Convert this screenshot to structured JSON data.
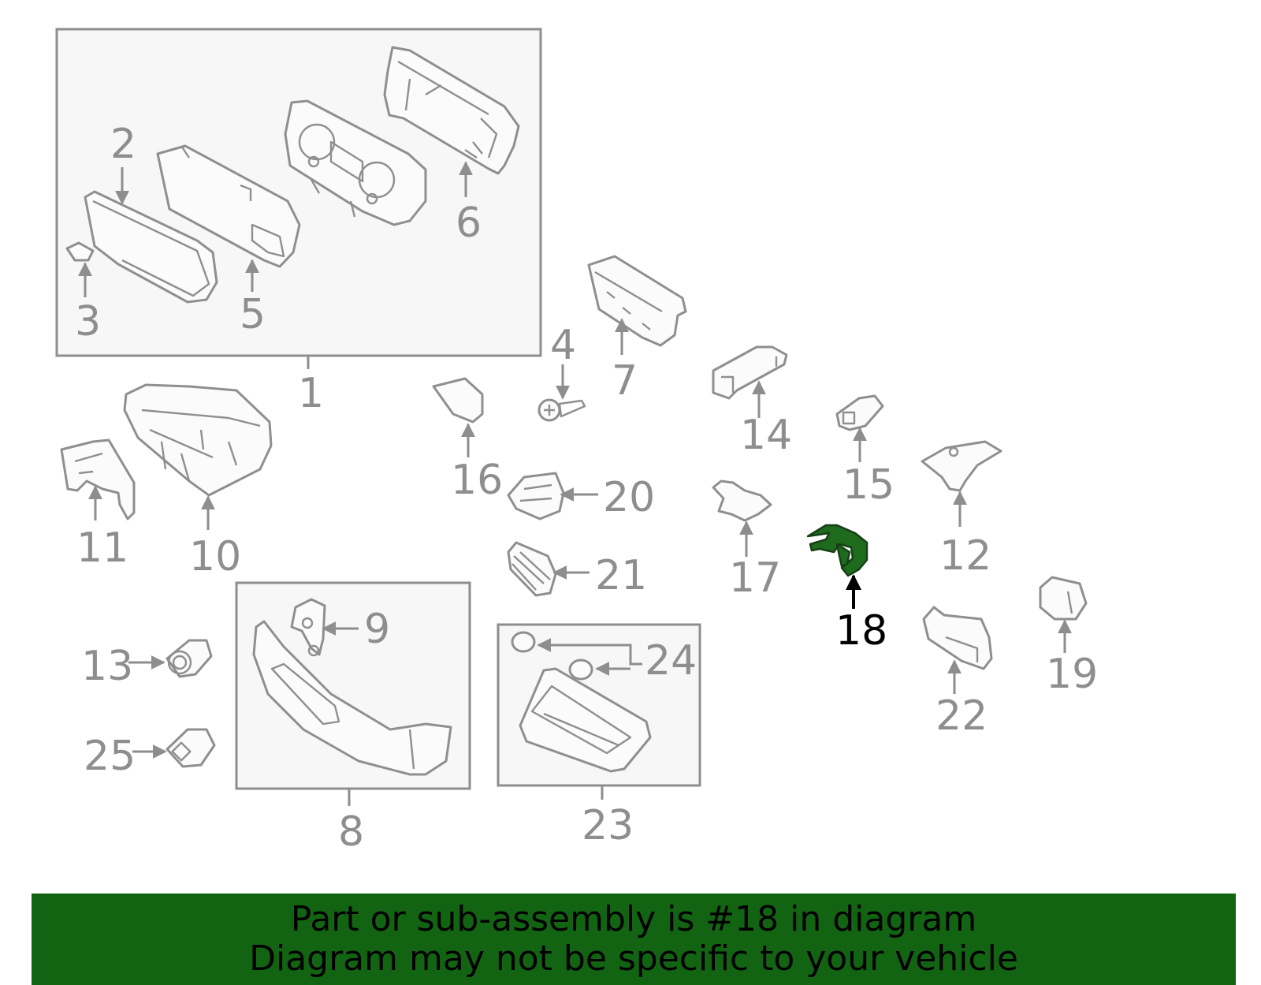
{
  "diagram": {
    "highlighted_part": "18",
    "highlight_color": "#1e6b1e",
    "labels": {
      "p1": "1",
      "p2": "2",
      "p3": "3",
      "p4": "4",
      "p5": "5",
      "p6": "6",
      "p7": "7",
      "p8": "8",
      "p9": "9",
      "p10": "10",
      "p11": "11",
      "p12": "12",
      "p13": "13",
      "p14": "14",
      "p15": "15",
      "p16": "16",
      "p17": "17",
      "p18": "18",
      "p19": "19",
      "p20": "20",
      "p21": "21",
      "p22": "22",
      "p23": "23",
      "p24": "24",
      "p25": "25"
    }
  },
  "banner": {
    "background_color": "#126412",
    "line1": "Part or sub-assembly is #18 in diagram",
    "line2": "Diagram may not be specific to your vehicle"
  }
}
